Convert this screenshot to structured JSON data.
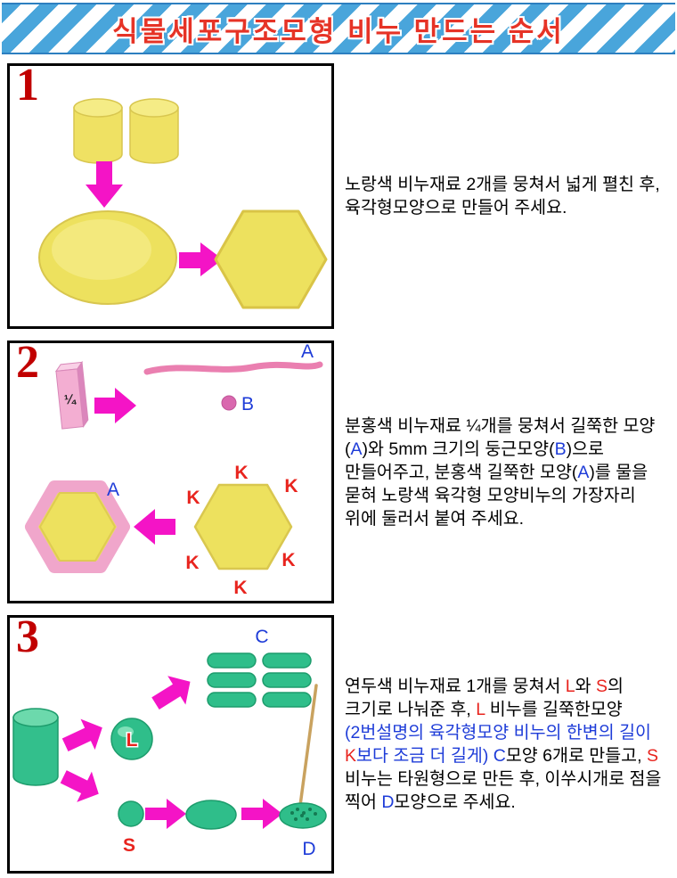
{
  "banner": {
    "title": "식물세포구조모형 비누 만드는 순서"
  },
  "colors": {
    "banner_stripe_blue": "#49a5db",
    "banner_title_red": "#e63326",
    "step_number_red": "#c10000",
    "arrow_magenta": "#f414c6",
    "soap_yellow": "#ede15e",
    "soap_pink": "#f3aed2",
    "soap_green": "#2fbe8a",
    "label_blue": "#1e3cd8",
    "label_red": "#e8241e"
  },
  "steps": [
    {
      "number": "1",
      "text": [
        {
          "t": "노랑색 비누재료 2개를 뭉쳐서 넓게 펼친 후, 육각형모양으로 만들어 주세요.",
          "c": "k"
        }
      ]
    },
    {
      "number": "2",
      "labels": {
        "fraction": "¼",
        "strip": "A",
        "ball": "B",
        "ringed_hexagon": "A",
        "edge": "K"
      },
      "text": [
        {
          "t": "분홍색 비누재료 ¼개를 뭉쳐서 길쭉한 모양 (",
          "c": "k"
        },
        {
          "t": "A",
          "c": "b"
        },
        {
          "t": ")와 5mm 크기의 둥근모양(",
          "c": "k"
        },
        {
          "t": "B",
          "c": "b"
        },
        {
          "t": ")으로 만들어주고, 분홍색 길쭉한 모양(",
          "c": "k"
        },
        {
          "t": "A",
          "c": "b"
        },
        {
          "t": ")를 물을 묻혀 노랑색 육각형 모양비누의 가장자리 위에 둘러서 붙여 주세요.",
          "c": "k"
        }
      ]
    },
    {
      "number": "3",
      "labels": {
        "large": "L",
        "small": "S",
        "strips": "C",
        "dotted": "D"
      },
      "text": [
        {
          "t": "연두색 비누재료 1개를 뭉쳐서 ",
          "c": "k"
        },
        {
          "t": "L",
          "c": "r"
        },
        {
          "t": "와 ",
          "c": "k"
        },
        {
          "t": "S",
          "c": "r"
        },
        {
          "t": "의 크기로 나눠준 후, ",
          "c": "k"
        },
        {
          "t": "L",
          "c": "r"
        },
        {
          "t": " 비누를 길쭉한모양 ",
          "c": "k"
        },
        {
          "t": "(2번설명의 육각형모양 비누의 한변의 길이 ",
          "c": "b"
        },
        {
          "t": "K",
          "c": "r"
        },
        {
          "t": "보다 조금 더 길게)",
          "c": "b"
        },
        {
          "t": " ",
          "c": "k"
        },
        {
          "t": "C",
          "c": "b"
        },
        {
          "t": "모양 6개로 만들고, ",
          "c": "k"
        },
        {
          "t": "S",
          "c": "r"
        },
        {
          "t": " 비누는 타원형으로 만든 후, 이쑤시개로 점을 찍어 ",
          "c": "k"
        },
        {
          "t": "D",
          "c": "b"
        },
        {
          "t": "모양으로 주세요.",
          "c": "k"
        }
      ]
    }
  ]
}
